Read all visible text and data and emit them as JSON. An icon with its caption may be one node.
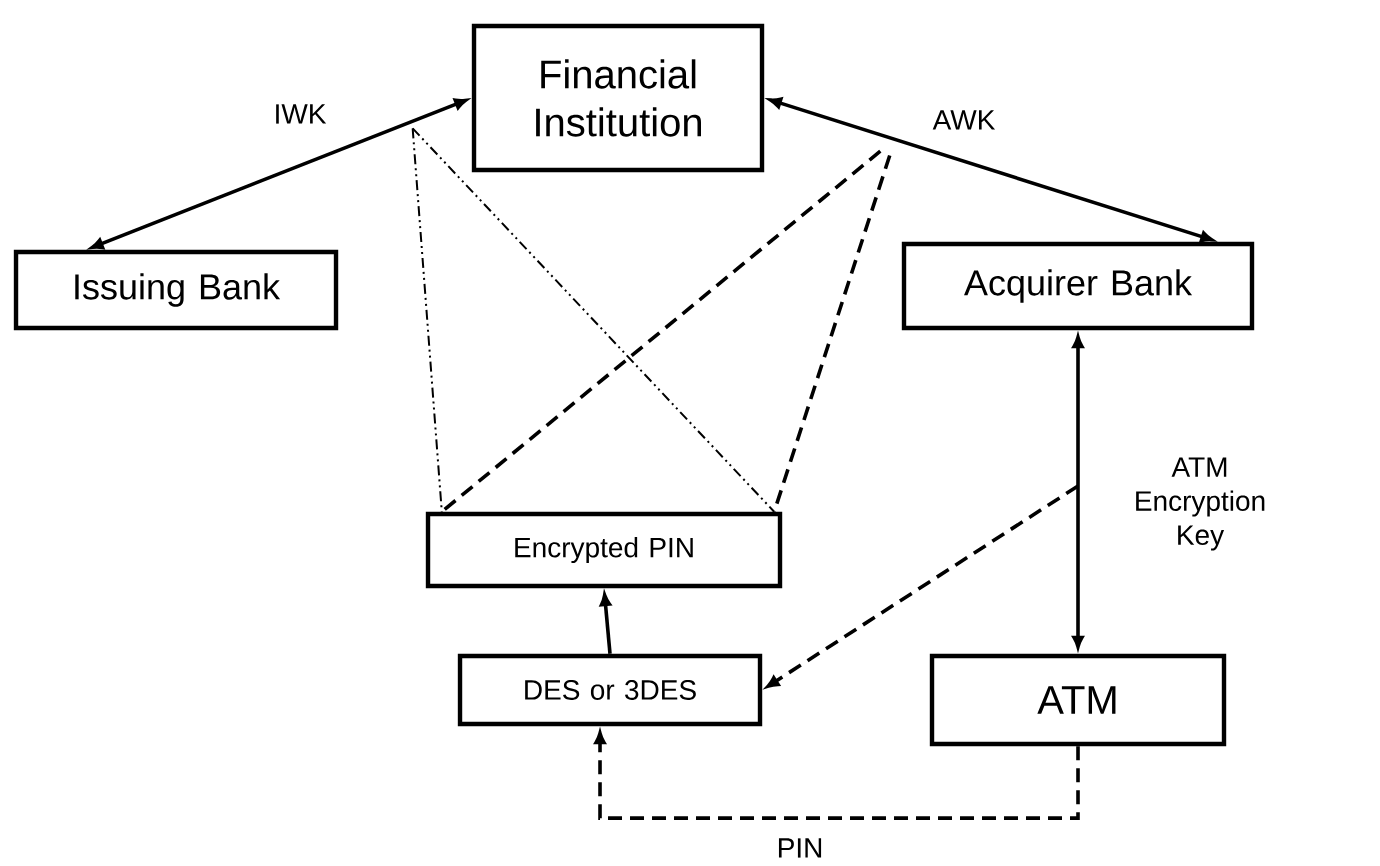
{
  "diagram": {
    "nodes": [
      {
        "text": [
          "Financial Institution"
        ]
      },
      {
        "text": [
          "Issuing Bank"
        ]
      },
      {
        "text": [
          "Acquirer Bank"
        ]
      },
      {
        "text": [
          "Encrypted PIN"
        ]
      },
      {
        "text": [
          "DES or 3DES"
        ]
      },
      {
        "text": [
          "ATM"
        ]
      }
    ],
    "edges": [
      {
        "from": 1,
        "to": 0,
        "arrow": "both",
        "label": "IWK"
      },
      {
        "from": 0,
        "to": 2,
        "arrow": "both",
        "label": "AWK"
      },
      {
        "from": 2,
        "to": 5,
        "arrow": "both",
        "label": "ATM Encryption Key"
      },
      {
        "from": null,
        "to": 4,
        "arrow": "to",
        "style": "dashed"
      },
      {
        "from": 4,
        "to": 3,
        "arrow": "to"
      },
      {
        "from": 5,
        "to": 4,
        "arrow": "to",
        "style": "dashed",
        "label": "PIN"
      },
      {
        "from": null,
        "to": 3,
        "arrow": "none",
        "style": "dashed"
      },
      {
        "from": null,
        "to": 3,
        "arrow": "none",
        "style": "dashed"
      },
      {
        "from": null,
        "to": 3,
        "arrow": "none",
        "style": "dashed"
      },
      {
        "from": null,
        "to": 3,
        "arrow": "none",
        "style": "dashed"
      }
    ]
  }
}
